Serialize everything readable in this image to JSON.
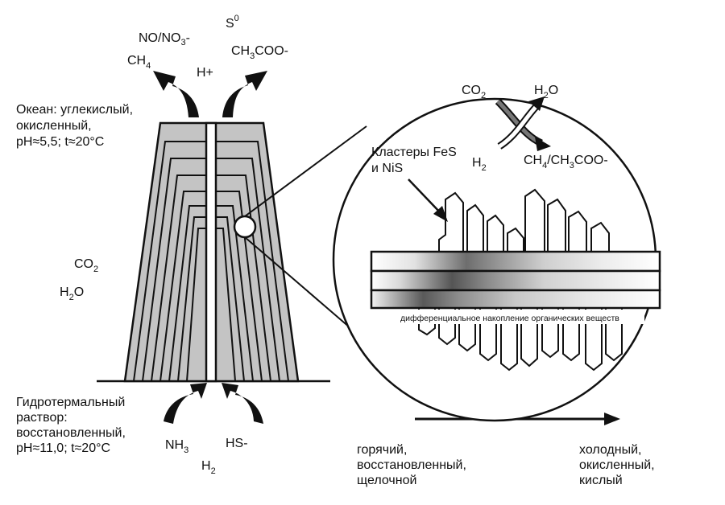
{
  "top_labels": {
    "s0": "S",
    "s0_sup": "0",
    "no": "NO/NO",
    "no_sub": "3",
    "no_tail": "-",
    "ch4": "CH",
    "ch4_sub": "4",
    "hplus": "H+",
    "ch3coo_a": "CH",
    "ch3coo_sub": "3",
    "ch3coo_b": "COO-"
  },
  "ocean": {
    "line1": "Океан: углекислый,",
    "line2": "окисленный,",
    "line3": "pH≈5,5; t≈20°C"
  },
  "left_species": {
    "co2": "CO",
    "co2_sub": "2",
    "h2o_a": "H",
    "h2o_sub": "2",
    "h2o_b": "O"
  },
  "hydro": {
    "line1": "Гидротермальный",
    "line2": "раствор:",
    "line3": "восстановленный,",
    "line4": "pH≈11,0; t≈20°C"
  },
  "bottom_species": {
    "nh3": "NH",
    "nh3_sub": "3",
    "hs": "HS-",
    "h2": "H",
    "h2_sub": "2"
  },
  "inset": {
    "co2": "CO",
    "co2_sub": "2",
    "h2o_a": "H",
    "h2o_sub": "2",
    "h2o_b": "O",
    "h2": "H",
    "h2_sub": "2",
    "products_a": "CH",
    "products_sub1": "4",
    "products_b": "/CH",
    "products_sub2": "3",
    "products_c": "COO-",
    "clusters_line1": "Кластеры FeS",
    "clusters_line2": "и NiS",
    "band_caption": "дифференциальное накопление органических веществ"
  },
  "gradient": {
    "left_line1": "горячий,",
    "left_line2": "восстановленный,",
    "left_line3": "щелочной",
    "right_line1": "холодный,",
    "right_line2": "окисленный,",
    "right_line3": "кислый"
  }
}
